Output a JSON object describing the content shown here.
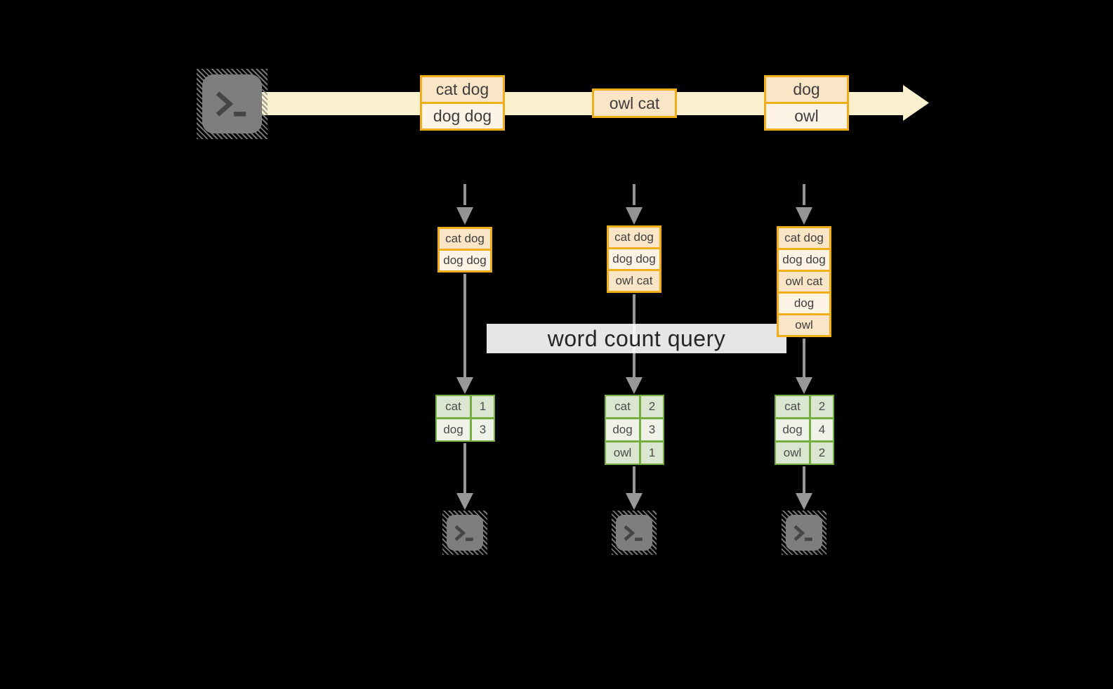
{
  "palette": {
    "background": "#000000",
    "stream_band": "#FAF0CE",
    "box_border_gold": "#F0AE1B",
    "cell_peach": "#FAE5C7",
    "cell_cream": "#FDF4E5",
    "table_border_green": "#74AD40",
    "table_cell_dark": "#DBE6D0",
    "table_cell_light": "#EEF2E9",
    "arrow_gray": "#989898",
    "terminal_gray": "#7E7E7E",
    "text_dark": "#3E3E3E"
  },
  "icons": {
    "source_terminal": "terminal-icon",
    "sink_terminal": "terminal-icon",
    "stream_arrow": "arrow-right-icon",
    "flow_arrow": "arrow-down-icon"
  },
  "stream": {
    "messages": [
      {
        "cells": [
          "cat dog",
          "dog dog"
        ]
      },
      {
        "cells": [
          "owl cat"
        ]
      },
      {
        "cells": [
          "dog",
          "owl"
        ]
      }
    ]
  },
  "query": {
    "label": "word count query"
  },
  "columns": [
    {
      "buffer": [
        "cat dog",
        "dog dog"
      ],
      "counts": [
        {
          "word": "cat",
          "count": "1"
        },
        {
          "word": "dog",
          "count": "3"
        }
      ]
    },
    {
      "buffer": [
        "cat dog",
        "dog dog",
        "owl cat"
      ],
      "counts": [
        {
          "word": "cat",
          "count": "2"
        },
        {
          "word": "dog",
          "count": "3"
        },
        {
          "word": "owl",
          "count": "1"
        }
      ]
    },
    {
      "buffer": [
        "cat dog",
        "dog dog",
        "owl cat",
        "dog",
        "owl"
      ],
      "counts": [
        {
          "word": "cat",
          "count": "2"
        },
        {
          "word": "dog",
          "count": "4"
        },
        {
          "word": "owl",
          "count": "2"
        }
      ]
    }
  ]
}
